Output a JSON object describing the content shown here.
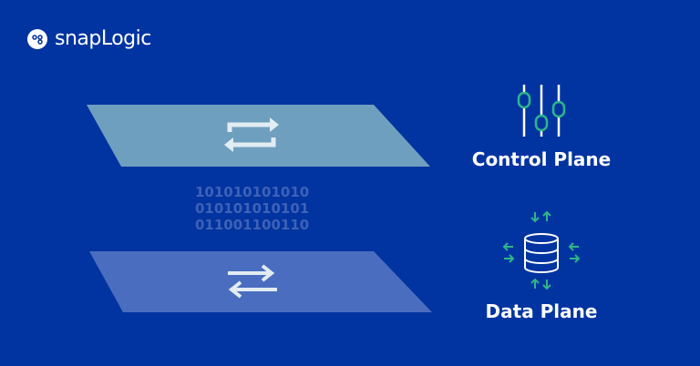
{
  "brand": {
    "name": "snapLogic"
  },
  "binary_lines": [
    "101010101010",
    "010101010101",
    "011001100110"
  ],
  "control_plane": {
    "label": "Control Plane",
    "icon": "sliders-icon"
  },
  "data_plane": {
    "label": "Data Plane",
    "icon": "database-arrows-icon"
  },
  "colors": {
    "background": "#0134a0",
    "control_layer": "#6f9fbf",
    "data_layer": "#4b6dbf",
    "accent": "#2fb58a"
  }
}
